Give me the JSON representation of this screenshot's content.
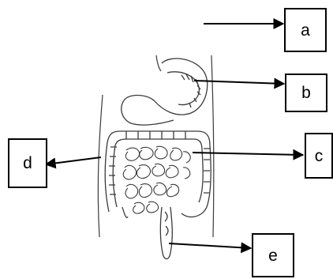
{
  "labels": {
    "a": "a",
    "b": "b",
    "c": "c",
    "d": "d",
    "e": "e"
  },
  "colors": {
    "line": "#000000",
    "organ_outline": "#3a3a3a",
    "background": "#ffffff"
  }
}
